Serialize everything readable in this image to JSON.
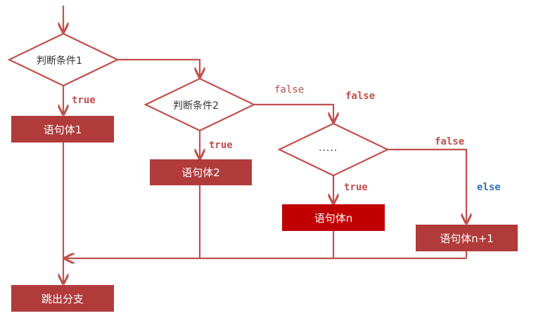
{
  "diagram": {
    "decisions": [
      "判断条件1",
      "判断条件2",
      "....."
    ],
    "bodies": [
      "语句体1",
      "语句体2",
      "语句体n",
      "语句体n+1"
    ],
    "exit": "跳出分支",
    "edges": {
      "true1": "true",
      "true2": "true",
      "true3": "true",
      "false1": "false",
      "false2": "false",
      "false3": "false",
      "else": "else"
    },
    "colors": {
      "line": "#c0504d",
      "box": "#b13b3b",
      "box_highlight": "#c00000",
      "true_text": "#c0504d",
      "false_text": "#c0504d",
      "else_text": "#2e75b6"
    }
  }
}
